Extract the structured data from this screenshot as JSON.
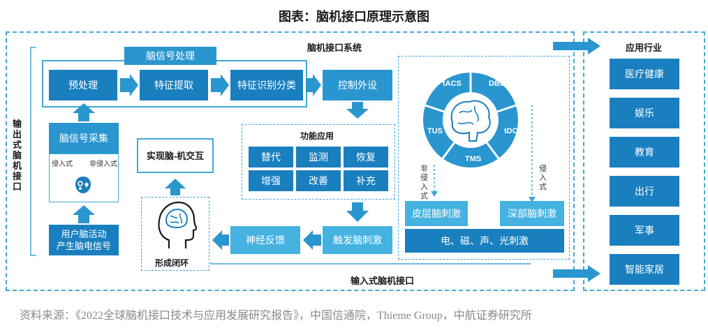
{
  "title": "图表：脑机接口原理示意图",
  "system_label": "脑机接口系统",
  "signal_processing_label": "脑信号处理",
  "preprocess": "预处理",
  "feature_extract": "特征提取",
  "feature_classify": "特征识别分类",
  "control_device": "控制外设",
  "signal_acquire": "脑信号采集",
  "invasive": "侵入式",
  "noninvasive": "非侵入式",
  "user_activity": "用户脑活动\n产生脑电信号",
  "output_bci": "输出式脑机接口",
  "input_bci": "输入式脑机接口",
  "function_app": "功能应用",
  "functions": [
    "替代",
    "监测",
    "恢复",
    "增强",
    "改善",
    "补充"
  ],
  "realize": "实现脑-机交互",
  "closed_loop": "形成闭环",
  "neural_feedback": "神经反馈",
  "trigger_stim": "触发脑刺激",
  "stim_methods": [
    "tACS",
    "DBS",
    "tDCS",
    "TMS",
    "TUS"
  ],
  "noninvasive_vertical": "非侵入式",
  "invasive_vertical": "侵入式",
  "cortex_stim": "皮层脑刺激",
  "deep_stim": "深部脑刺激",
  "stim_types": "电、磁、声、光刺激",
  "industry_label": "应用行业",
  "industries": [
    "医疗健康",
    "娱乐",
    "教育",
    "出行",
    "军事",
    "智能家居"
  ],
  "source": "资料来源：《2022全球脑机接口技术与应用发展研究报告》，中国信通院，Thieme Group，中航证券研究所",
  "colors": {
    "dark": "#1a7fbf",
    "mid": "#2a96cf",
    "light": "#45b2e0",
    "border": "#3fa9d6"
  }
}
